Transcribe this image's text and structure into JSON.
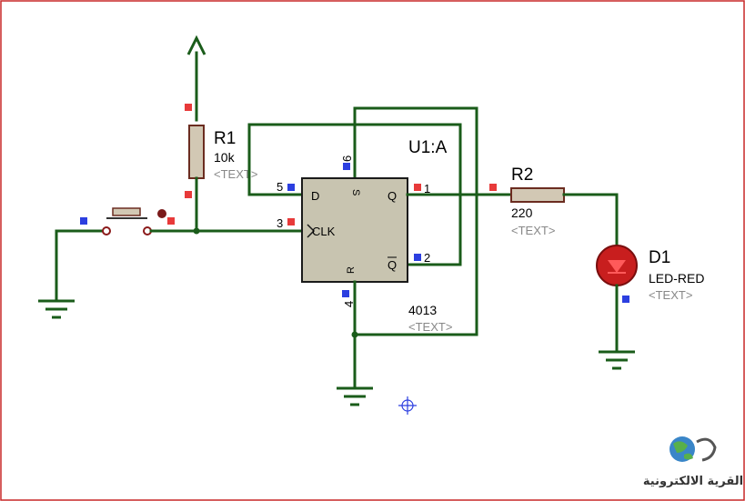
{
  "components": {
    "r1": {
      "ref": "R1",
      "value": "10k",
      "text": "<TEXT>"
    },
    "r2": {
      "ref": "R2",
      "value": "220",
      "text": "<TEXT>"
    },
    "u1": {
      "ref": "U1:A",
      "part": "4013",
      "text": "<TEXT>",
      "pins": {
        "d": "D",
        "s": "S",
        "q": "Q",
        "clk": "CLK",
        "r": "R",
        "qbar": "Q"
      },
      "pin_numbers": {
        "d": "5",
        "s": "6",
        "q": "1",
        "clk": "3",
        "r": "4",
        "qbar": "2"
      }
    },
    "d1": {
      "ref": "D1",
      "value": "LED-RED",
      "text": "<TEXT>"
    }
  },
  "watermark": {
    "text": "القرية الالكترونية"
  },
  "colors": {
    "frame": "#c82828",
    "wire": "#1a5c1a",
    "ic_body": "#c8c4b0",
    "resistor_body": "#d2c8b4",
    "led": "#c81e1e",
    "pin_red": "#e83a3a",
    "pin_blue": "#2c3fe0",
    "ghost_text": "#888888"
  }
}
